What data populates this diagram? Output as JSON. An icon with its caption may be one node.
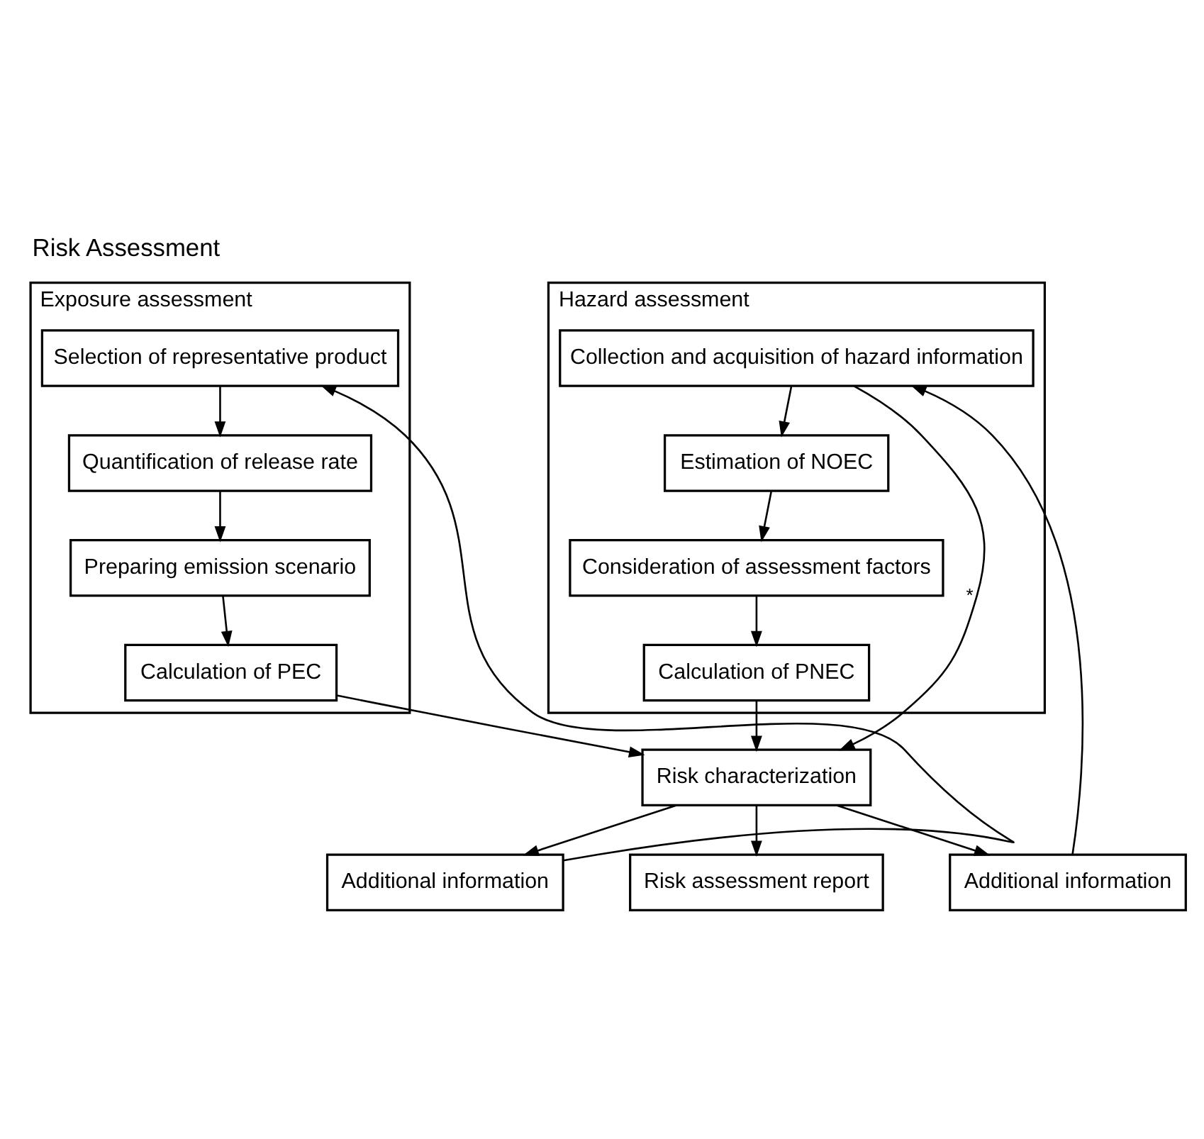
{
  "diagram": {
    "title": "Risk Assessment",
    "nodes": [
      {
        "text": [
          "Exposure assessment"
        ]
      },
      {
        "text": [
          "Selection of representative product"
        ],
        "in": 0
      },
      {
        "text": [
          "Quantification of release rate"
        ],
        "in": 0
      },
      {
        "text": [
          "Preparing emission scenario"
        ],
        "in": 0
      },
      {
        "text": [
          "Calculation of PEC"
        ],
        "in": 0
      },
      {
        "text": [
          "Hazard assessment"
        ]
      },
      {
        "text": [
          "Collection and acquisition of hazard information"
        ],
        "in": 5
      },
      {
        "text": [
          "Estimation of NOEC"
        ],
        "in": 5
      },
      {
        "text": [
          "Consideration of assessment factors"
        ],
        "in": 5
      },
      {
        "text": [
          "Calculation of PNEC"
        ],
        "in": 5
      },
      {
        "text": [
          "Risk characterization"
        ]
      },
      {
        "text": [
          "Additional information"
        ]
      },
      {
        "text": [
          "Risk assessment report"
        ]
      },
      {
        "text": [
          "Additional information"
        ]
      }
    ],
    "edges": [
      {
        "from": 1,
        "to": 2,
        "arrow": "to"
      },
      {
        "from": 2,
        "to": 3,
        "arrow": "to"
      },
      {
        "from": 3,
        "to": 4,
        "arrow": "to"
      },
      {
        "from": 4,
        "to": 10,
        "arrow": "to"
      },
      {
        "from": 6,
        "to": 7,
        "arrow": "to"
      },
      {
        "from": 7,
        "to": 8,
        "arrow": "to"
      },
      {
        "from": 8,
        "to": 9,
        "arrow": "to"
      },
      {
        "from": 9,
        "to": 10,
        "arrow": "to"
      },
      {
        "from": 6,
        "to": 10,
        "arrow": "to",
        "label": "*"
      },
      {
        "from": 10,
        "to": 11,
        "arrow": "to"
      },
      {
        "from": 10,
        "to": 12,
        "arrow": "to"
      },
      {
        "from": 10,
        "to": 13,
        "arrow": "to"
      },
      {
        "from": 11,
        "to": 1,
        "arrow": "to"
      },
      {
        "from": 13,
        "to": 6,
        "arrow": "to"
      }
    ]
  }
}
